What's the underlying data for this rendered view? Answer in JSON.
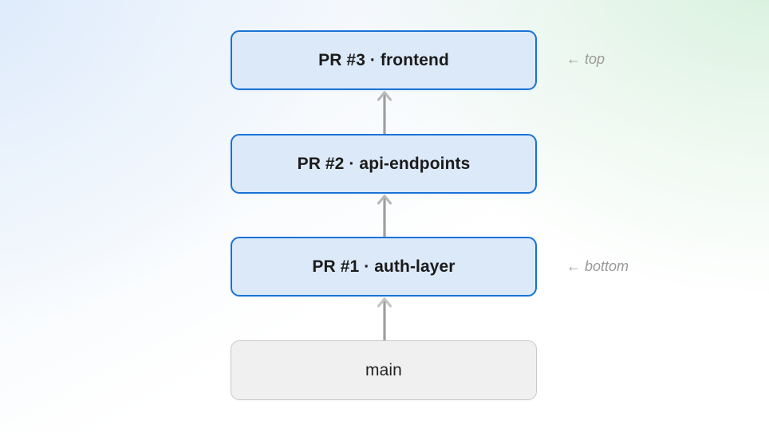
{
  "diagram": {
    "type": "stacked-pr-chain",
    "orientation": "vertical-bottom-up",
    "nodes": [
      {
        "id": "pr3",
        "label": "PR #3 · frontend",
        "kind": "pull-request",
        "fill": "#dce9f9",
        "border": "#1a73d6"
      },
      {
        "id": "pr2",
        "label": "PR #2 · api-endpoints",
        "kind": "pull-request",
        "fill": "#dce9f9",
        "border": "#1a73d6"
      },
      {
        "id": "pr1",
        "label": "PR #1 · auth-layer",
        "kind": "pull-request",
        "fill": "#dce9f9",
        "border": "#1a73d6"
      },
      {
        "id": "main",
        "label": "main",
        "kind": "base-branch",
        "fill": "#f0f0f0",
        "border": "#c9c9c9"
      }
    ],
    "edges": [
      {
        "from": "pr2",
        "to": "pr3",
        "arrow": "up"
      },
      {
        "from": "pr1",
        "to": "pr2",
        "arrow": "up"
      },
      {
        "from": "main",
        "to": "pr1",
        "arrow": "up"
      }
    ],
    "annotations": [
      {
        "id": "top",
        "text": "← top",
        "target": "pr3"
      },
      {
        "id": "bottom",
        "text": "← bottom",
        "target": "pr1"
      }
    ],
    "colors": {
      "pr_fill": "#dce9f9",
      "pr_border": "#1a73d6",
      "base_fill": "#f0f0f0",
      "base_border": "#c9c9c9",
      "arrow": "#9e9e9e",
      "annotation_text": "#9a9a9a",
      "node_text": "#1b1b1b"
    }
  }
}
